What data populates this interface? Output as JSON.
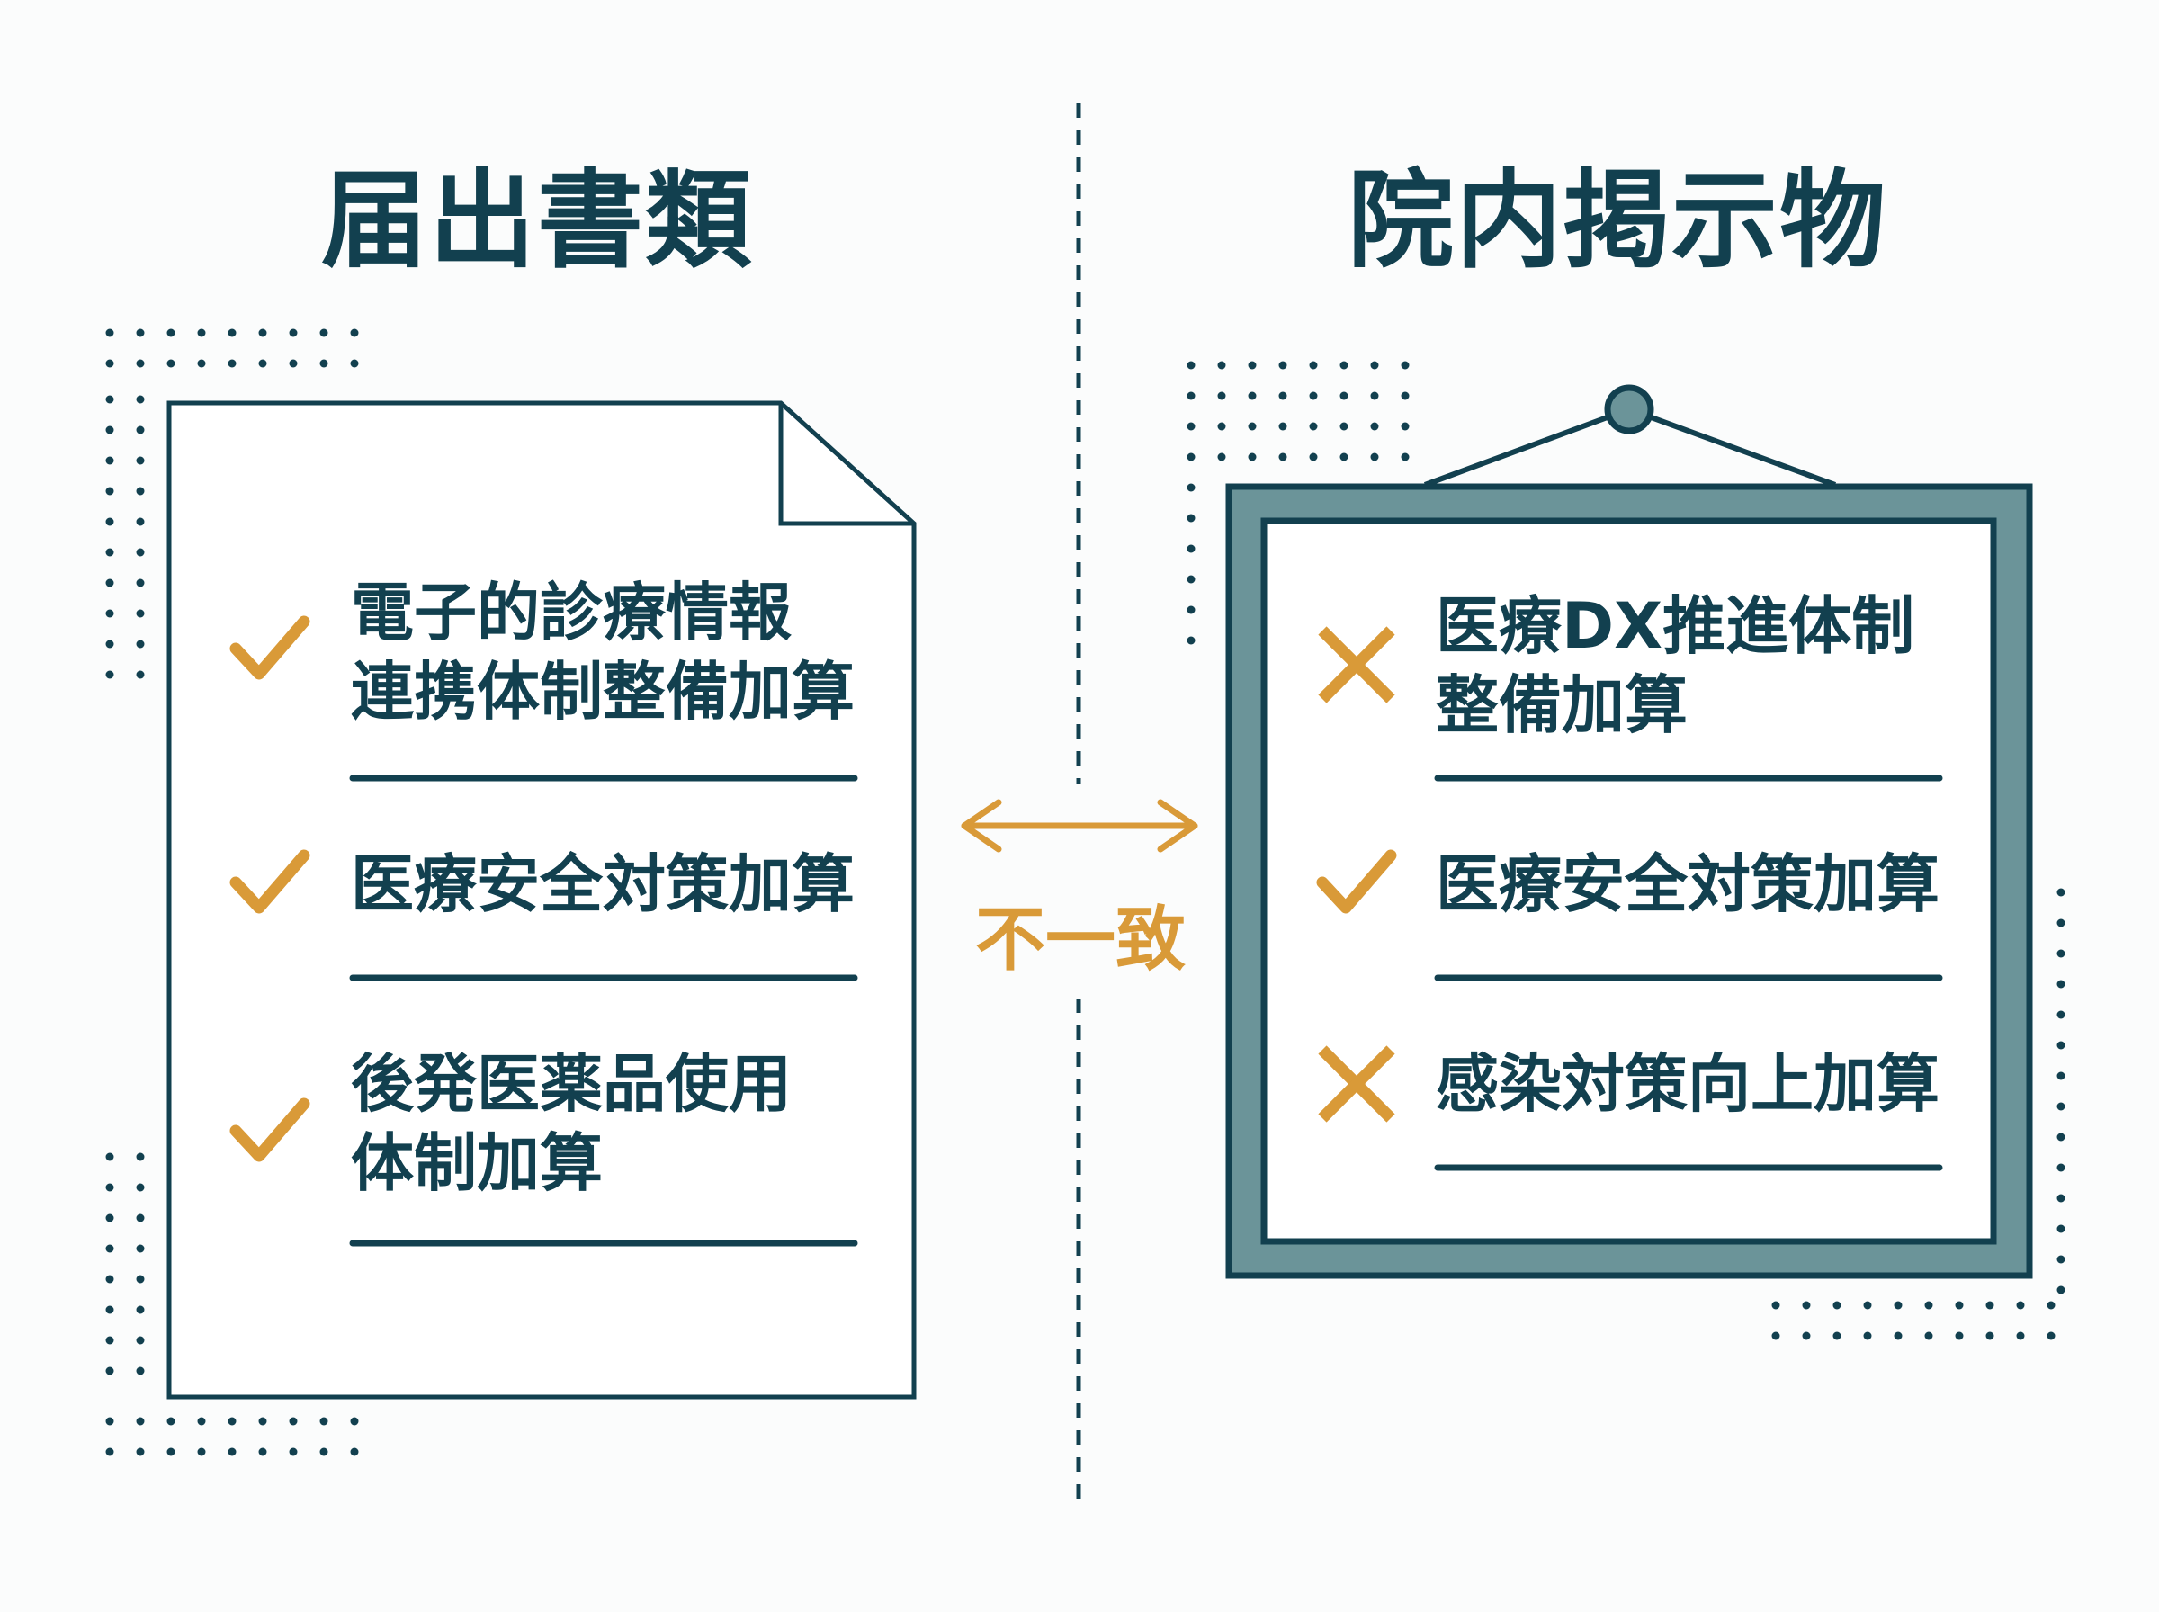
{
  "colors": {
    "primary": "#12404f",
    "frame": "#6b9499",
    "accent": "#d99a38",
    "background": "#fbfcfc"
  },
  "left": {
    "title": "届出書類",
    "items": [
      {
        "lines": [
          "電子的診療情報",
          "連携体制整備加算"
        ],
        "status": "check"
      },
      {
        "lines": [
          "医療安全対策加算"
        ],
        "status": "check"
      },
      {
        "lines": [
          "後発医薬品使用",
          "体制加算"
        ],
        "status": "check"
      }
    ]
  },
  "right": {
    "title": "院内掲示物",
    "items": [
      {
        "lines": [
          "医療DX推進体制",
          "整備加算"
        ],
        "status": "cross"
      },
      {
        "lines": [
          "医療安全対策加算"
        ],
        "status": "check"
      },
      {
        "lines": [
          "感染対策向上加算"
        ],
        "status": "cross"
      }
    ]
  },
  "comparison": {
    "label": "不一致",
    "icon": "double-arrow-icon"
  }
}
